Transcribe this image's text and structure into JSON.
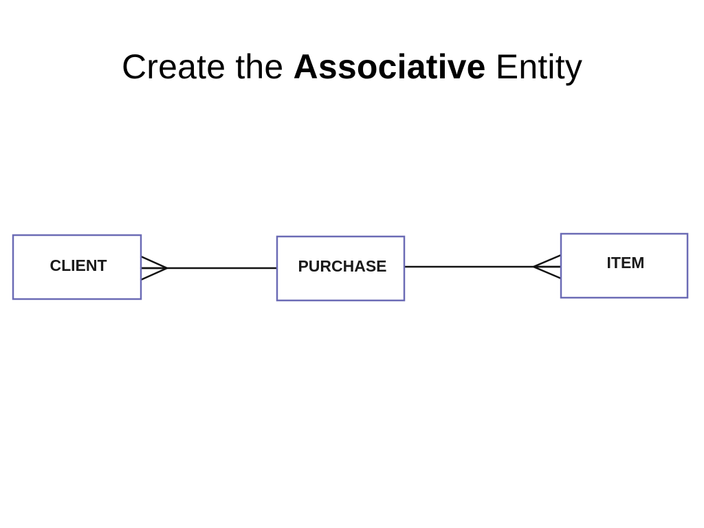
{
  "title": {
    "prefix": "Create the ",
    "emphasis": "Associative",
    "suffix": " Entity"
  },
  "diagram": {
    "entities": [
      {
        "id": "client",
        "label": "CLIENT"
      },
      {
        "id": "purchase",
        "label": "PURCHASE"
      },
      {
        "id": "item",
        "label": "ITEM"
      }
    ],
    "relationships": [
      {
        "from": "client",
        "to": "purchase",
        "from_end": "many",
        "to_end": "one"
      },
      {
        "from": "purchase",
        "to": "item",
        "from_end": "one",
        "to_end": "many"
      }
    ],
    "colors": {
      "entity_border": "#6b6bb5",
      "line": "#111111"
    }
  }
}
